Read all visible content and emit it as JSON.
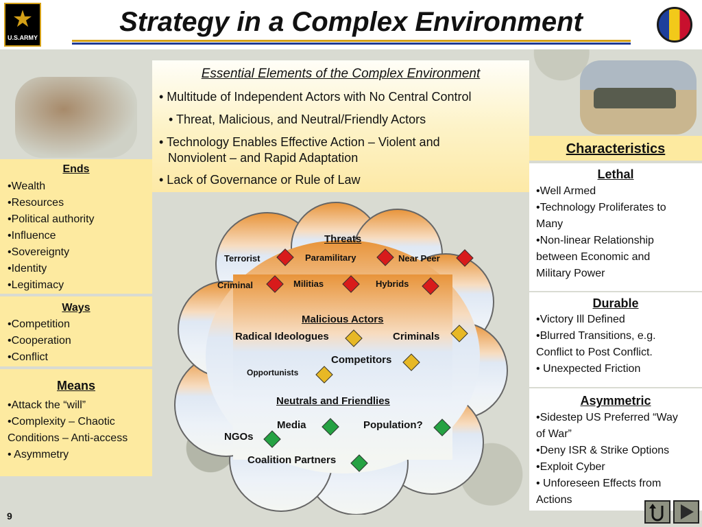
{
  "slide": {
    "title": "Strategy in a Complex Environment",
    "page_number": "9",
    "logo_text": "U.S.ARMY"
  },
  "essential": {
    "heading": "Essential Elements of the Complex Environment",
    "lines": [
      "• Multitude of Independent Actors with No Central Control",
      "• Threat, Malicious, and Neutral/Friendly Actors",
      "• Technology Enables Effective Action – Violent and",
      "Nonviolent – and Rapid Adaptation",
      "• Lack of Governance or Rule of Law"
    ]
  },
  "left": {
    "ends": {
      "heading": "Ends",
      "items": [
        "•Wealth",
        "•Resources",
        "•Political authority",
        "•Influence",
        "•Sovereignty",
        "•Identity",
        "•Legitimacy"
      ]
    },
    "ways": {
      "heading": "Ways",
      "items": [
        "•Competition",
        "•Cooperation",
        "•Conflict"
      ]
    },
    "means": {
      "heading": "Means",
      "items": [
        "•Attack the “will”",
        "•Complexity – Chaotic",
        "Conditions – Anti-access",
        "• Asymmetry"
      ]
    }
  },
  "right": {
    "heading": "Characteristics",
    "lethal": {
      "heading": "Lethal",
      "items": [
        "•Well Armed",
        "•Technology Proliferates to",
        "Many",
        "•Non-linear Relationship",
        "between Economic and",
        "Military Power"
      ]
    },
    "durable": {
      "heading": "Durable",
      "items": [
        "•Victory Ill Defined",
        "•Blurred Transitions, e.g.",
        "Conflict to Post Conflict.",
        "• Unexpected Friction"
      ]
    },
    "asymmetric": {
      "heading": "Asymmetric",
      "items": [
        "•Sidestep US Preferred “Way",
        "of War”",
        "•Deny ISR & Strike Options",
        "•Exploit Cyber",
        "• Unforeseen Effects from",
        "Actions"
      ]
    }
  },
  "cloud": {
    "threats": {
      "heading": "Threats",
      "terrorist": "Terrorist",
      "paramilitary": "Paramilitary",
      "near_peer": "Near Peer",
      "criminal": "Criminal",
      "militias": "Militias",
      "hybrids": "Hybrids"
    },
    "malicious": {
      "heading": "Malicious Actors",
      "radical": "Radical Ideologues",
      "criminals": "Criminals",
      "competitors": "Competitors",
      "opportunists": "Opportunists"
    },
    "neutrals": {
      "heading": "Neutrals and Friendlies",
      "media": "Media",
      "population": "Population?",
      "ngos": "NGOs",
      "coalition": "Coalition Partners"
    }
  },
  "colors": {
    "threat_marker": "#d81b1b",
    "malicious_marker": "#e7b825",
    "friendly_marker": "#25a243",
    "panel": "#fdeaa0"
  },
  "icons": {
    "logo": "army-star-icon",
    "emblem": "unit-emblem-icon",
    "return": "u-turn-icon",
    "next": "play-next-icon"
  }
}
